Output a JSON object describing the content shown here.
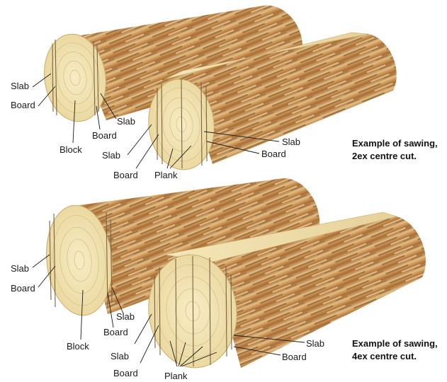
{
  "colors": {
    "end_grain": "#f1e3b0",
    "bark_light": "#d9b27a",
    "bark_dark": "#8a5a2c",
    "sawn_face": "#eedfa6",
    "text": "#1a1a1a"
  },
  "diagram_1": {
    "caption_line1": "Example of sawing,",
    "caption_line2": "2ex centre cut.",
    "whole_log": {
      "slab": "Slab",
      "board": "Board",
      "block": "Block",
      "board_right": "Board",
      "slab_right": "Slab"
    },
    "sawn_log": {
      "slab_left": "Slab",
      "board_left": "Board",
      "plank": "Plank",
      "slab_right": "Slab",
      "board_right": "Board"
    }
  },
  "diagram_2": {
    "caption_line1": "Example of sawing,",
    "caption_line2": "4ex centre cut.",
    "whole_log": {
      "slab": "Slab",
      "board": "Board",
      "block": "Block",
      "board_right": "Board",
      "slab_right": "Slab"
    },
    "sawn_log": {
      "slab_left": "Slab",
      "board_left": "Board",
      "plank": "Plank",
      "slab_right": "Slab",
      "board_right": "Board"
    }
  }
}
